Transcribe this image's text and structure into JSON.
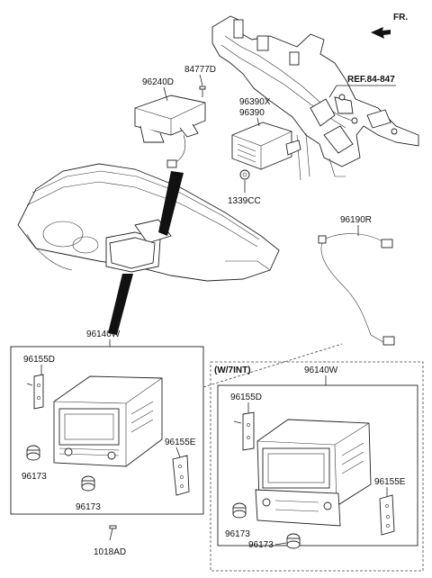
{
  "orientation": {
    "label": "FR."
  },
  "callouts": {
    "reference": "REF.84-847",
    "p84777D": "84777D",
    "p96240D": "96240D",
    "p96390X": "96390X",
    "p96390": "96390",
    "p1339CC": "1339CC",
    "p96190R": "96190R",
    "p96140W_left": "96140W",
    "p96155D_left": "96155D",
    "p96173_left_a": "96173",
    "p96173_left_b": "96173",
    "p96155E_left": "96155E",
    "p1018AD": "1018AD",
    "variant_label": "(W/7INT)",
    "p96140W_right": "96140W",
    "p96155D_right": "96155D",
    "p96155E_right": "96155E",
    "p96173_right_a": "96173",
    "p96173_right_b": "96173"
  }
}
